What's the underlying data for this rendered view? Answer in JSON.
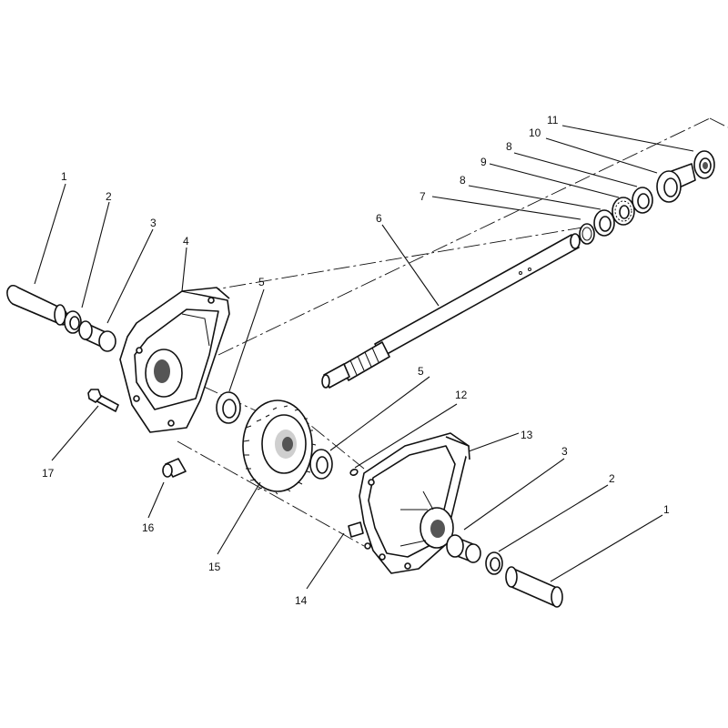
{
  "diagram": {
    "callouts": {
      "c1a": "1",
      "c1b": "1",
      "c2a": "2",
      "c2b": "2",
      "c3a": "3",
      "c3b": "3",
      "c4": "4",
      "c5a": "5",
      "c5b": "5",
      "c6": "6",
      "c7": "7",
      "c8a": "8",
      "c8b": "8",
      "c9": "9",
      "c10": "10",
      "c11": "11",
      "c12": "12",
      "c13": "13",
      "c14": "14",
      "c15": "15",
      "c16": "16",
      "c17": "17"
    },
    "colors": {
      "ink": "#111111",
      "background": "#ffffff",
      "shade": "#555555"
    }
  }
}
